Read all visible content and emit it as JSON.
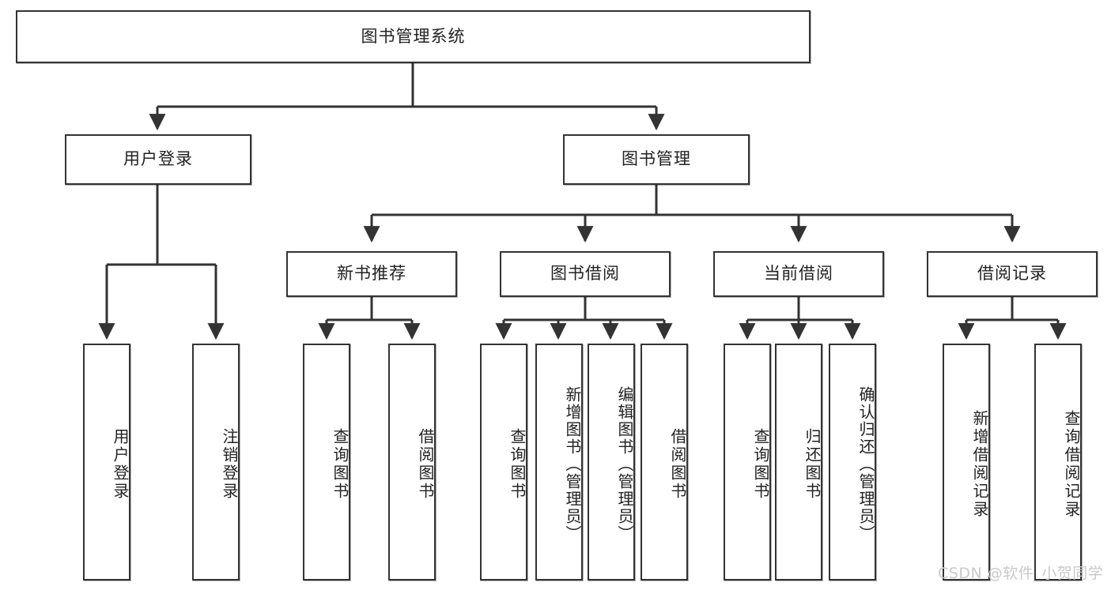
{
  "diagram": {
    "title": "图书管理系统",
    "type": "tree",
    "watermark": "CSDN @软件_小贺同学",
    "colors": {
      "stroke": "#333333",
      "fill": "#ffffff",
      "text": "#222222",
      "watermark": "#c9c9c9"
    },
    "root": {
      "label": "图书管理系统"
    },
    "level2": [
      {
        "label": "用户登录"
      },
      {
        "label": "图书管理"
      }
    ],
    "level3": [
      {
        "label": "新书推荐"
      },
      {
        "label": "图书借阅"
      },
      {
        "label": "当前借阅"
      },
      {
        "label": "借阅记录"
      }
    ],
    "leaves_user_login": [
      {
        "label": "用户登录"
      },
      {
        "label": "注销登录"
      }
    ],
    "leaves_new_book": [
      {
        "label": "查询图书"
      },
      {
        "label": "借阅图书"
      }
    ],
    "leaves_book_borrow": [
      {
        "label": "查询图书"
      },
      {
        "label": "新增图书（管理员）"
      },
      {
        "label": "编辑图书（管理员）"
      },
      {
        "label": "借阅图书"
      }
    ],
    "leaves_current_borrow": [
      {
        "label": "查询图书"
      },
      {
        "label": "归还图书"
      },
      {
        "label": "确认归还（管理员）"
      }
    ],
    "leaves_borrow_record": [
      {
        "label": "新增借阅记录"
      },
      {
        "label": "查询借阅记录"
      }
    ]
  }
}
